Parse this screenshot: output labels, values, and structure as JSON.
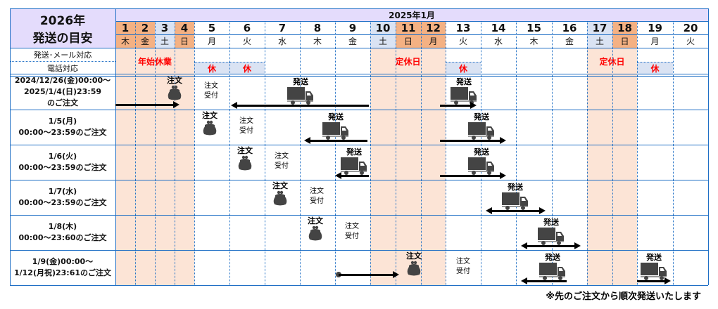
{
  "title": {
    "year": "2026年",
    "subtitle": "発送の目安"
  },
  "month": "2025年1月",
  "days": [
    {
      "d": "1",
      "w": "木",
      "type": "holiday"
    },
    {
      "d": "2",
      "w": "金",
      "type": "holiday"
    },
    {
      "d": "3",
      "w": "土",
      "type": "sat"
    },
    {
      "d": "4",
      "w": "日",
      "type": "holiday"
    },
    {
      "d": "5",
      "w": "月",
      "type": ""
    },
    {
      "d": "6",
      "w": "火",
      "type": ""
    },
    {
      "d": "7",
      "w": "水",
      "type": ""
    },
    {
      "d": "8",
      "w": "木",
      "type": ""
    },
    {
      "d": "9",
      "w": "金",
      "type": ""
    },
    {
      "d": "10",
      "w": "土",
      "type": "sat"
    },
    {
      "d": "11",
      "w": "日",
      "type": "holiday"
    },
    {
      "d": "12",
      "w": "月",
      "type": "holiday"
    },
    {
      "d": "13",
      "w": "火",
      "type": ""
    },
    {
      "d": "14",
      "w": "水",
      "type": ""
    },
    {
      "d": "15",
      "w": "木",
      "type": ""
    },
    {
      "d": "16",
      "w": "金",
      "type": ""
    },
    {
      "d": "17",
      "w": "土",
      "type": "sat"
    },
    {
      "d": "18",
      "w": "日",
      "type": "holiday"
    },
    {
      "d": "19",
      "w": "月",
      "type": ""
    },
    {
      "d": "20",
      "w": "火",
      "type": ""
    }
  ],
  "service_rows": {
    "shipping_mail": "発送･メール対応",
    "phone": "電話対応"
  },
  "closures": [
    {
      "label": "年始休業",
      "from": 1,
      "to": 4
    },
    {
      "label": "定休日",
      "from": 10,
      "to": 12
    },
    {
      "label": "定休日",
      "from": 17,
      "to": 18
    }
  ],
  "phone_off": {
    "label": "休",
    "days": [
      5,
      6,
      13,
      19
    ]
  },
  "labels": {
    "order": "注文",
    "received": "注文受付",
    "ship": "発送"
  },
  "orders": [
    {
      "lines": [
        "2024/12/26(金)00:00～",
        "2025/1/4(日)23:59",
        "のご注文"
      ]
    },
    {
      "lines": [
        "1/5(月)",
        "00:00～23:59のご注文"
      ]
    },
    {
      "lines": [
        "1/6(火)",
        "00:00～23:59のご注文"
      ]
    },
    {
      "lines": [
        "1/7(水)",
        "00:00～23:59のご注文"
      ]
    },
    {
      "lines": [
        "1/8(木)",
        "00:00～23:60のご注文"
      ]
    },
    {
      "lines": [
        "1/9(金)00:00～",
        "1/12(月祝)23:61のご注文"
      ]
    }
  ],
  "note": "※先のご注文から順次発送いたします",
  "colors": {
    "header": "#e4dcfc",
    "holiday": "#f4b183",
    "sat": "#dae3f3",
    "closed": "#fce4d6",
    "line": "#1f6fc5"
  }
}
